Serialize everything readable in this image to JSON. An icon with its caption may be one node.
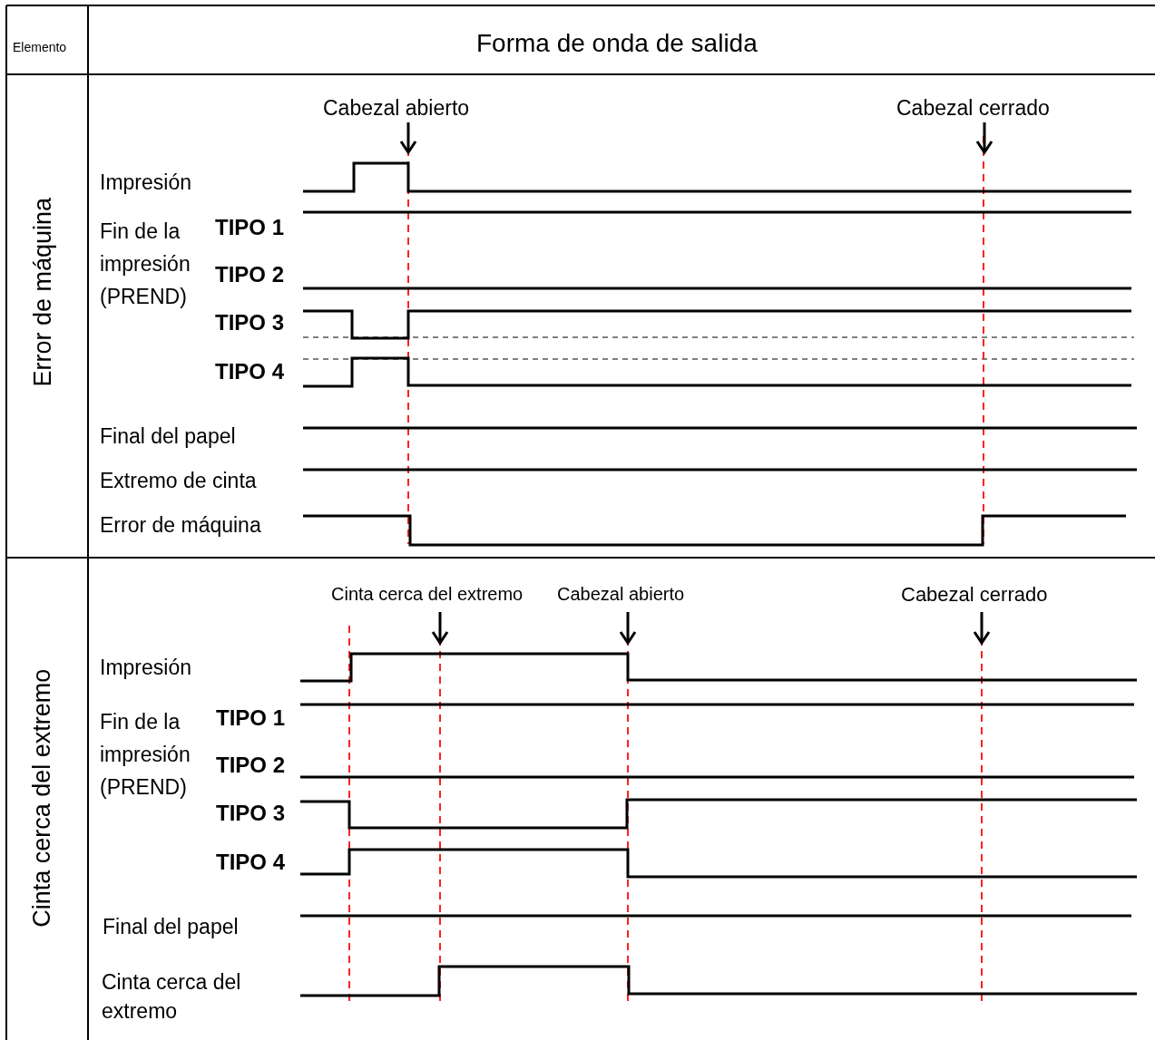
{
  "diagram": {
    "labels": [
      "Elemento",
      "Forma de onda de salida",
      "Error de máquina",
      "Cabezal abierto",
      "Cabezal cerrado",
      "Impresión",
      "Fin de la impresión (PREND)",
      "TIPO 1",
      "TIPO 2",
      "TIPO 3",
      "TIPO 4",
      "Final del papel",
      "Extremo de cinta",
      "Error de máquina",
      "Cinta cerca del extremo",
      "Cinta cerca del extremo",
      "Cabezal abierto",
      "Cabezal cerrado",
      "Impresión",
      "Fin de la impresión (PREND)",
      "TIPO 1",
      "TIPO 2",
      "TIPO 3",
      "TIPO 4",
      "Final del papel",
      "Cinta cerca del extremo"
    ]
  }
}
